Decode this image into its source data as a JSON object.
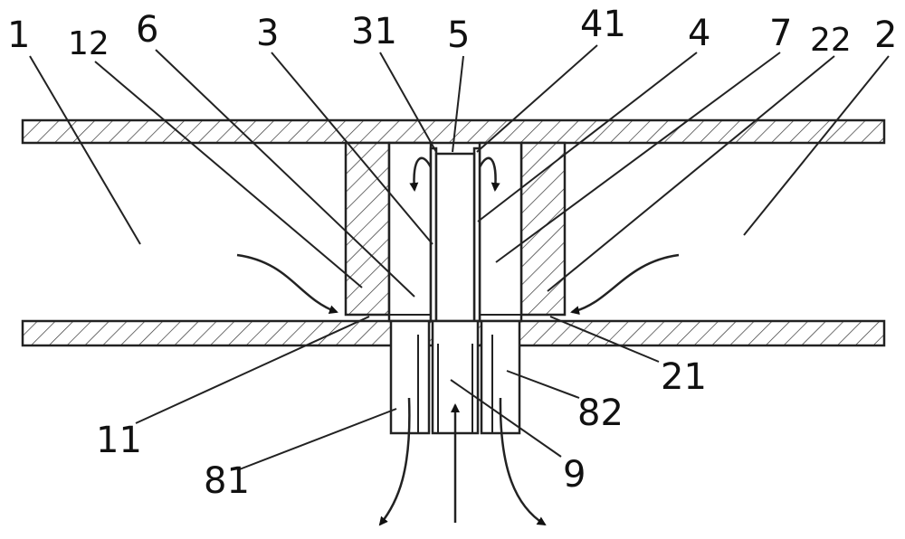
{
  "labels": {
    "l1": "1",
    "l12": "12",
    "l6": "6",
    "l3": "3",
    "l31": "31",
    "l5": "5",
    "l41": "41",
    "l4": "4",
    "l7": "7",
    "l22": "22",
    "l2": "2",
    "l21": "21",
    "l11": "11",
    "l82": "82",
    "l81": "81",
    "l9": "9"
  }
}
